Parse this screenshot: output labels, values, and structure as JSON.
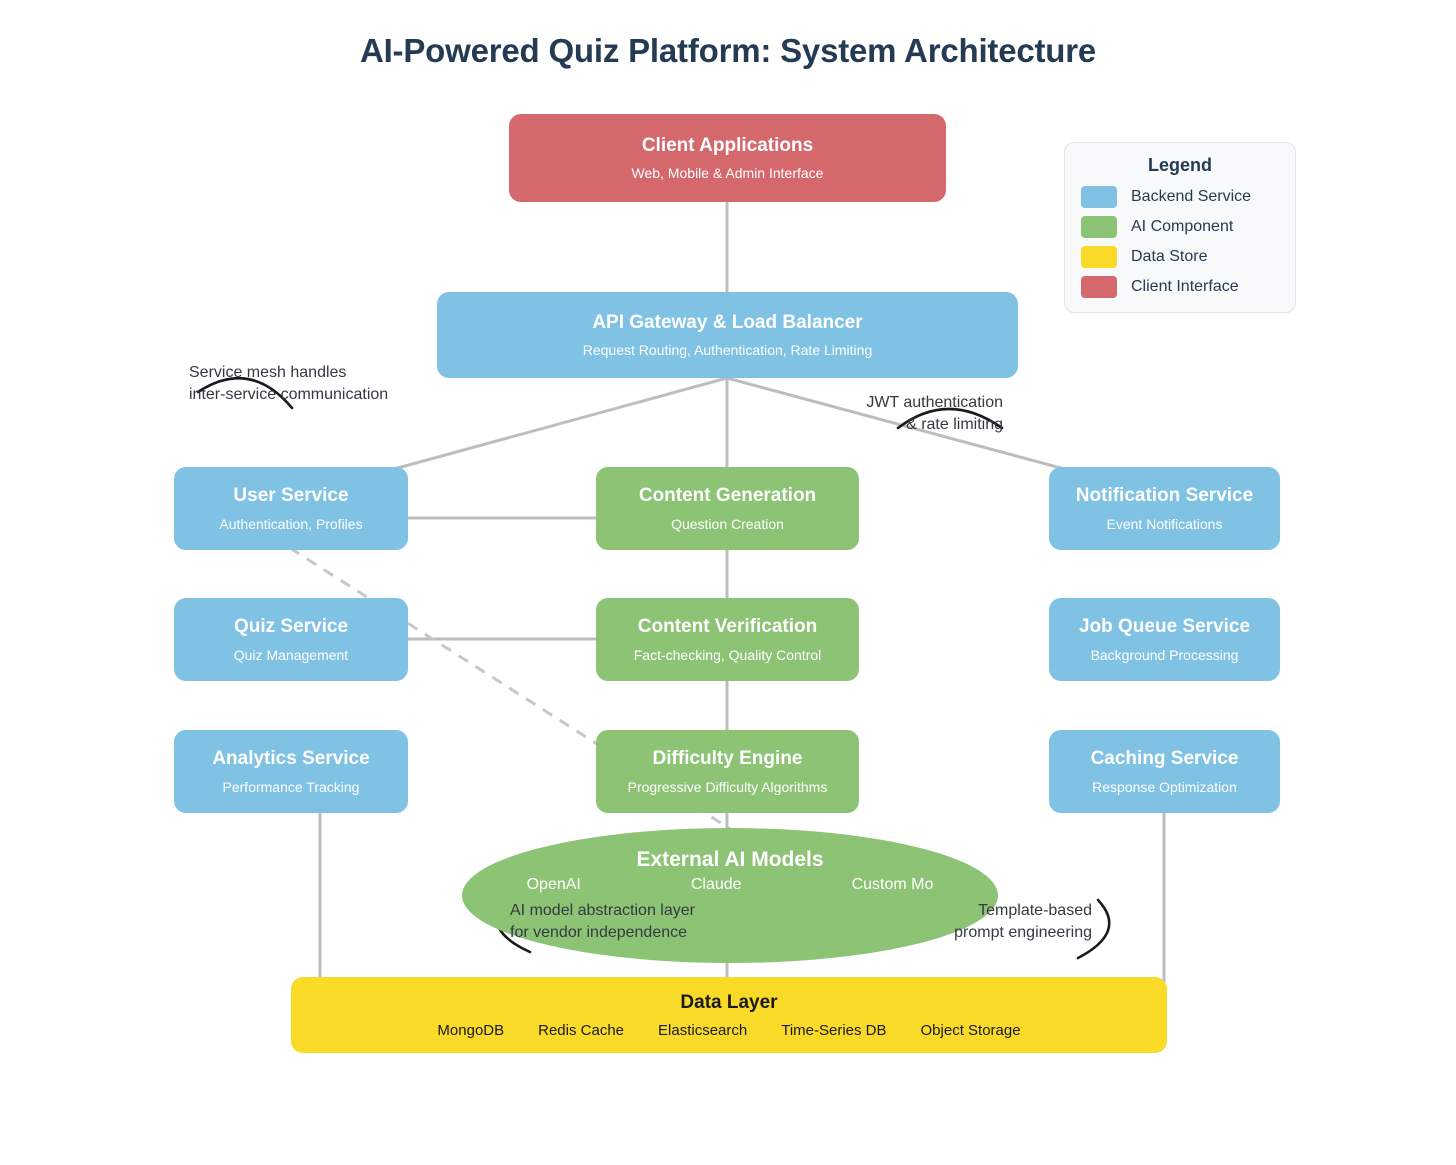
{
  "title": "AI-Powered Quiz Platform: System Architecture",
  "legend": {
    "title": "Legend",
    "items": [
      {
        "label": "Backend Service",
        "color": "#7fc2e3"
      },
      {
        "label": "AI Component",
        "color": "#8cc375"
      },
      {
        "label": "Data Store",
        "color": "#fada28"
      },
      {
        "label": "Client Interface",
        "color": "#d4686c"
      }
    ]
  },
  "nodes": {
    "client": {
      "title": "Client Applications",
      "subtitle": "Web, Mobile & Admin Interface"
    },
    "gateway": {
      "title": "API Gateway & Load Balancer",
      "subtitle": "Request Routing, Authentication, Rate Limiting"
    },
    "user_service": {
      "title": "User Service",
      "subtitle": "Authentication, Profiles"
    },
    "content_generation": {
      "title": "Content Generation",
      "subtitle": "Question Creation"
    },
    "notification_service": {
      "title": "Notification Service",
      "subtitle": "Event Notifications"
    },
    "quiz_service": {
      "title": "Quiz Service",
      "subtitle": "Quiz Management"
    },
    "content_verification": {
      "title": "Content Verification",
      "subtitle": "Fact-checking, Quality Control"
    },
    "job_queue_service": {
      "title": "Job Queue Service",
      "subtitle": "Background Processing"
    },
    "analytics_service": {
      "title": "Analytics Service",
      "subtitle": "Performance Tracking"
    },
    "difficulty_engine": {
      "title": "Difficulty Engine",
      "subtitle": "Progressive Difficulty Algorithms"
    },
    "caching_service": {
      "title": "Caching Service",
      "subtitle": "Response Optimization"
    },
    "external_ai": {
      "title": "External AI Models",
      "models": [
        "OpenAI",
        "Claude",
        "Custom Mo"
      ]
    },
    "data_layer": {
      "title": "Data Layer",
      "stores": [
        "MongoDB",
        "Redis Cache",
        "Elasticsearch",
        "Time-Series DB",
        "Object Storage"
      ]
    }
  },
  "annotations": {
    "service_mesh": "Service mesh handles\ninter-service communication",
    "jwt": "JWT authentication\n& rate limiting",
    "abstraction": "AI model abstraction layer\nfor vendor independence",
    "prompt": "Template-based\nprompt engineering"
  },
  "colors": {
    "backend_service": "#7fc2e3",
    "ai_component": "#8cc375",
    "data_store": "#fada28",
    "client_interface": "#d4686c",
    "connector": "#bdbdbd",
    "text_dark": "#243b53"
  }
}
